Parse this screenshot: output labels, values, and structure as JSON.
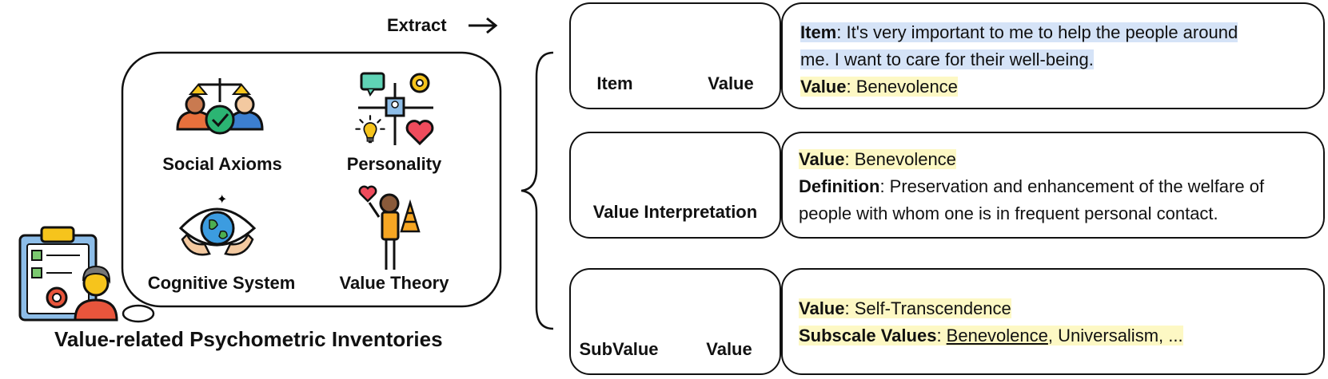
{
  "extract_label": "Extract",
  "inventory_title": "Value-related Psychometric Inventories",
  "categories": {
    "social_axioms": "Social Axioms",
    "personality": "Personality",
    "cognitive_system": "Cognitive System",
    "value_theory": "Value Theory"
  },
  "row1": {
    "item_label": "Item",
    "value_label": "Value",
    "item_key": "Item",
    "item_text_line1": ": It's very important to me to help the people around",
    "item_text_line2": "me. I want to care for their well-being.",
    "value_key": "Value",
    "value_text": ": Benevolence"
  },
  "row2": {
    "label": "Value Interpretation",
    "value_key": "Value",
    "value_text": ": Benevolence",
    "definition_key": "Definition",
    "definition_text_line1": ": Preservation and enhancement of the welfare of",
    "definition_text_line2": "people with whom one is in frequent personal contact."
  },
  "row3": {
    "subvalue_label": "SubValue",
    "value_label": "Value",
    "value_key": "Value",
    "value_text": ": Self-Transcendence",
    "subscale_key": "Subscale Values",
    "subscale_sep": ": ",
    "subscale_first": "Benevolence",
    "subscale_rest": ", Universalism, ..."
  },
  "colors": {
    "bulb_yellow": "#f6c41c",
    "item_highlight": "#d5e3f7",
    "value_highlight": "#fdf8c4"
  }
}
